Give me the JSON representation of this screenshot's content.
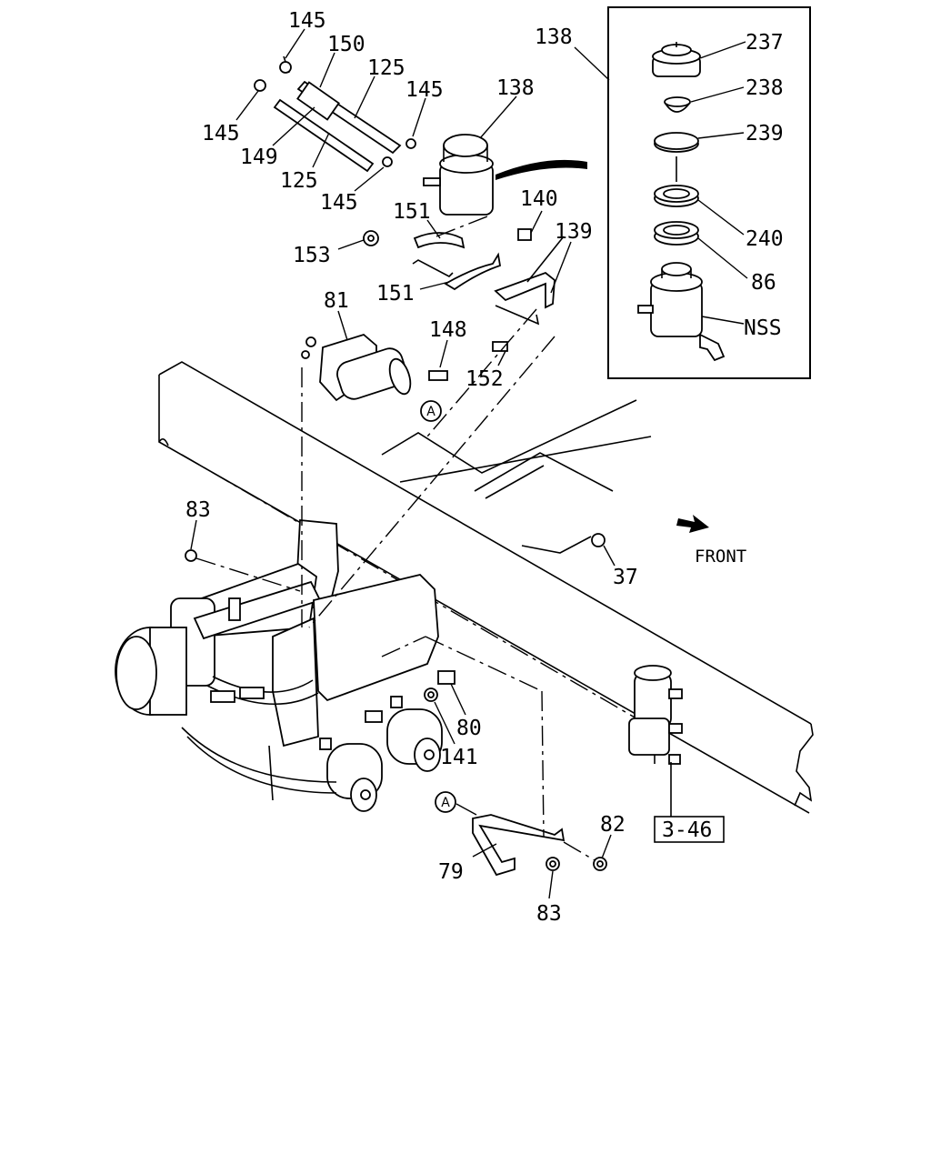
{
  "diagram": {
    "callouts": {
      "c145_a": "145",
      "c150": "150",
      "c125_a": "125",
      "c145_b": "145",
      "c145_c": "145",
      "c149": "149",
      "c125_b": "125",
      "c145_d": "145",
      "c138_main": "138",
      "c138_box": "138",
      "c151_a": "151",
      "c153": "153",
      "c151_b": "151",
      "c140": "140",
      "c139": "139",
      "c81": "81",
      "c148": "148",
      "c152": "152",
      "c237": "237",
      "c238": "238",
      "c239": "239",
      "c240": "240",
      "c86": "86",
      "cNSS": "NSS",
      "c83_a": "83",
      "c37": "37",
      "c80": "80",
      "c141": "141",
      "c82": "82",
      "c79": "79",
      "c83_b": "83",
      "ref_box": "3-46",
      "circle_a_1": "A",
      "circle_a_2": "A"
    },
    "front_label": "FRONT",
    "front_arrow_icon": "front-arrow-icon"
  }
}
